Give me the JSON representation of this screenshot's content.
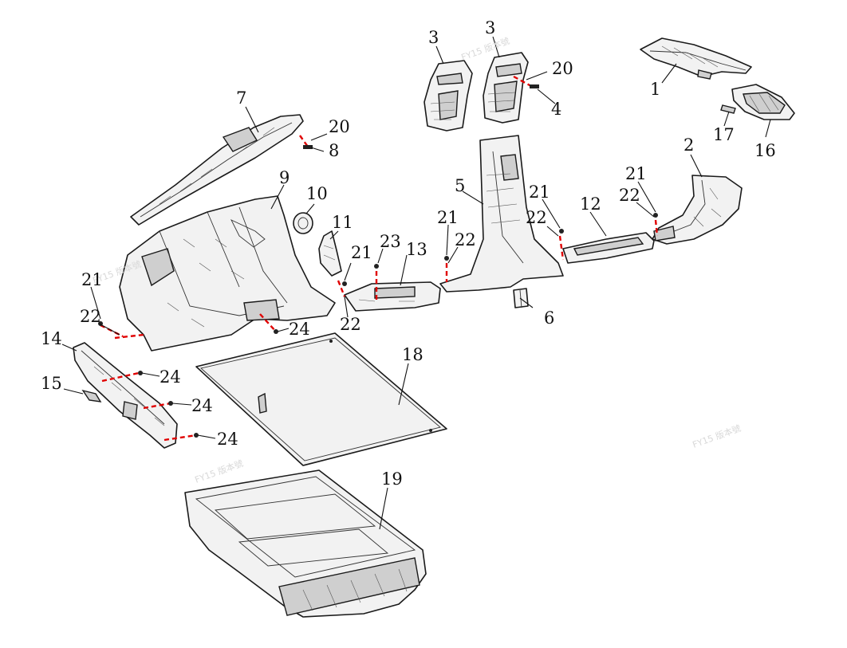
{
  "diagram": {
    "callouts": [
      {
        "id": "c1",
        "text": "1"
      },
      {
        "id": "c2",
        "text": "2"
      },
      {
        "id": "c3a",
        "text": "3"
      },
      {
        "id": "c3b",
        "text": "3"
      },
      {
        "id": "c4",
        "text": "4"
      },
      {
        "id": "c5",
        "text": "5"
      },
      {
        "id": "c6",
        "text": "6"
      },
      {
        "id": "c7",
        "text": "7"
      },
      {
        "id": "c8",
        "text": "8"
      },
      {
        "id": "c9",
        "text": "9"
      },
      {
        "id": "c10",
        "text": "10"
      },
      {
        "id": "c11",
        "text": "11"
      },
      {
        "id": "c12",
        "text": "12"
      },
      {
        "id": "c13",
        "text": "13"
      },
      {
        "id": "c14",
        "text": "14"
      },
      {
        "id": "c15",
        "text": "15"
      },
      {
        "id": "c16",
        "text": "16"
      },
      {
        "id": "c17",
        "text": "17"
      },
      {
        "id": "c18",
        "text": "18"
      },
      {
        "id": "c19",
        "text": "19"
      },
      {
        "id": "c20a",
        "text": "20"
      },
      {
        "id": "c20b",
        "text": "20"
      },
      {
        "id": "c21a",
        "text": "21"
      },
      {
        "id": "c21b",
        "text": "21"
      },
      {
        "id": "c21c",
        "text": "21"
      },
      {
        "id": "c21d",
        "text": "21"
      },
      {
        "id": "c21e",
        "text": "21"
      },
      {
        "id": "c22a",
        "text": "22"
      },
      {
        "id": "c22b",
        "text": "22"
      },
      {
        "id": "c22c",
        "text": "22"
      },
      {
        "id": "c22d",
        "text": "22"
      },
      {
        "id": "c22e",
        "text": "22"
      },
      {
        "id": "c23",
        "text": "23"
      },
      {
        "id": "c24a",
        "text": "24"
      },
      {
        "id": "c24b",
        "text": "24"
      },
      {
        "id": "c24c",
        "text": "24"
      },
      {
        "id": "c24d",
        "text": "24"
      }
    ],
    "watermark": "FY15 版本號",
    "colors": {
      "line": "#1a1a1a",
      "fastener_path": "#e00000",
      "background": "#ffffff"
    }
  }
}
